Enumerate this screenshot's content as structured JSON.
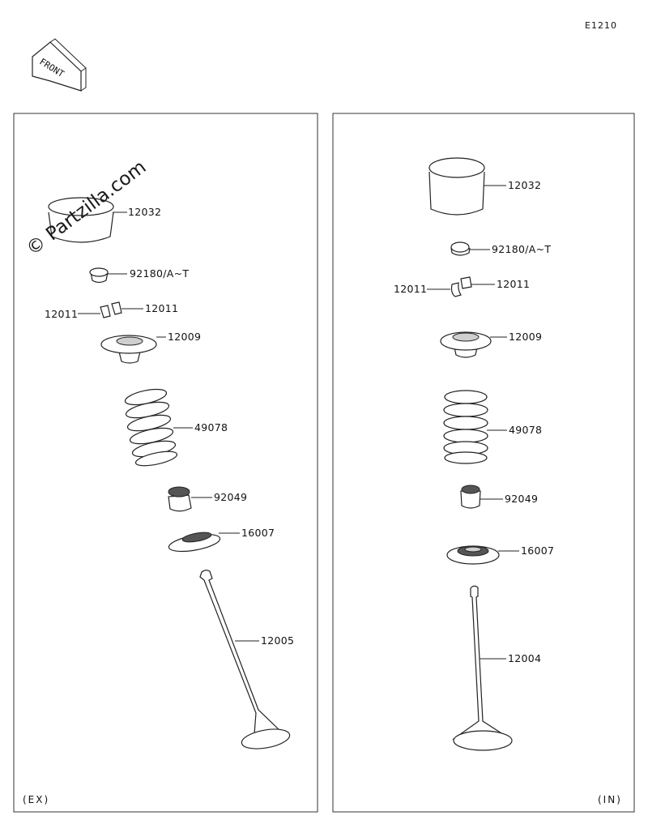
{
  "diagram_code": "E1210",
  "front_label": "FRONT",
  "watermark": "© Partzilla.com",
  "left_panel": {
    "label": "(EX)",
    "parts": {
      "lifter": "12032",
      "shim": "92180/A~T",
      "keeper_left": "12011",
      "keeper_right": "12011",
      "retainer": "12009",
      "spring": "49078",
      "seal": "92049",
      "seat": "16007",
      "valve": "12005"
    }
  },
  "right_panel": {
    "label": "(IN)",
    "parts": {
      "lifter": "12032",
      "shim": "92180/A~T",
      "keeper_left": "12011",
      "keeper_right": "12011",
      "retainer": "12009",
      "spring": "49078",
      "seal": "92049",
      "seat": "16007",
      "valve": "12004"
    }
  }
}
